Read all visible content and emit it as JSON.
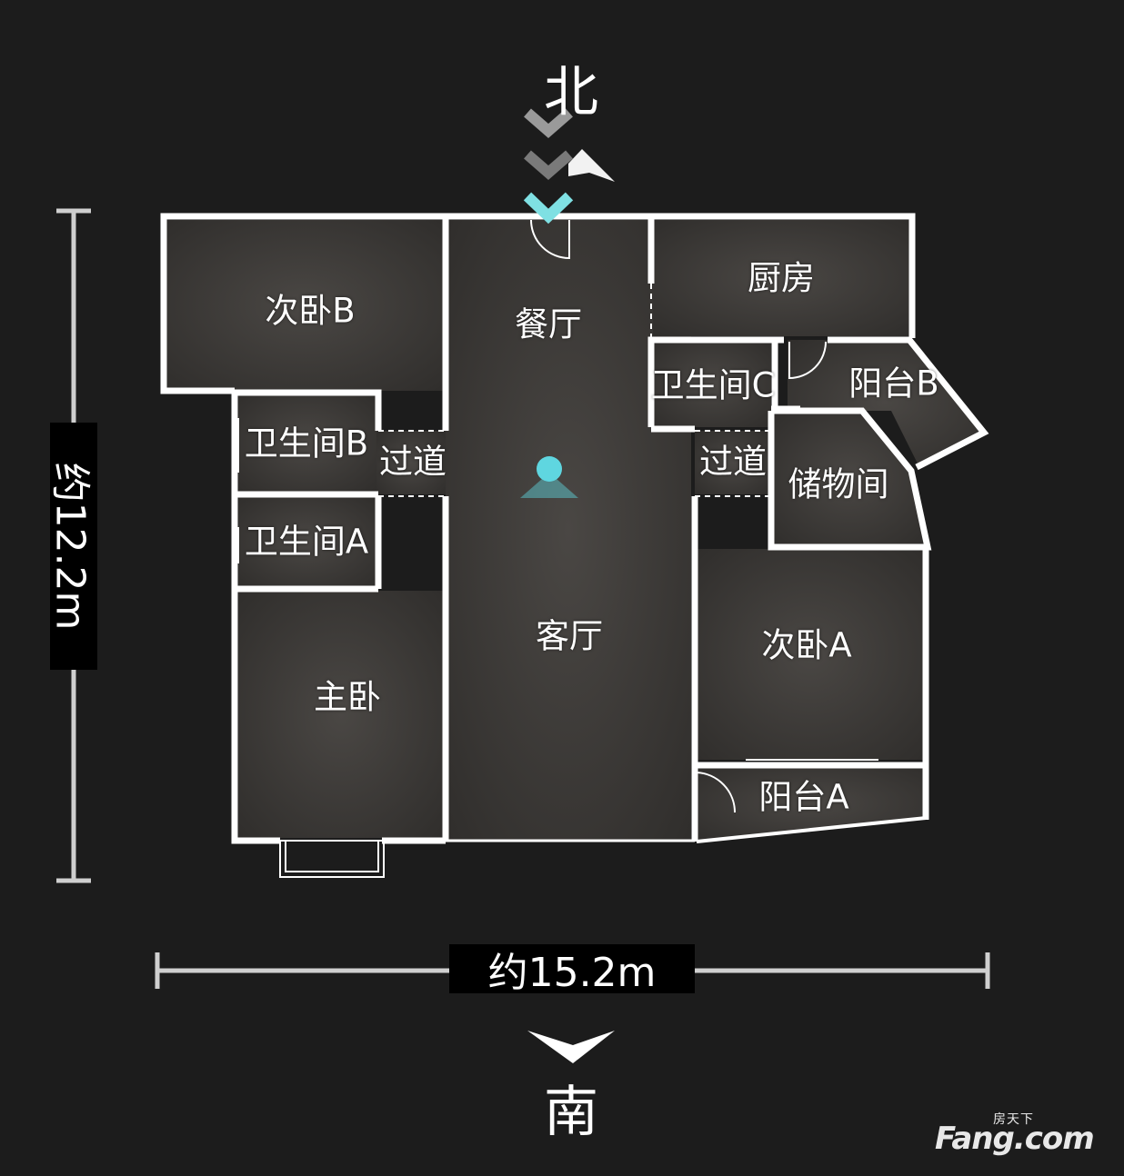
{
  "compass": {
    "north": "北",
    "south": "南"
  },
  "dimensions": {
    "width": "约15.2m",
    "height": "约12.2m"
  },
  "rooms": {
    "secondary_bedroom_b": "次卧B",
    "dining_room": "餐厅",
    "kitchen": "厨房",
    "bathroom_c": "卫生间C",
    "balcony_b": "阳台B",
    "bathroom_b": "卫生间B",
    "corridor_left": "过道",
    "corridor_right": "过道",
    "storage": "储物间",
    "bathroom_a": "卫生间A",
    "living_room": "客厅",
    "secondary_bedroom_a": "次卧A",
    "master_bedroom": "主卧",
    "balcony_a": "阳台A"
  },
  "watermark": {
    "brand_small": "房天下",
    "brand_main": "Fang.com"
  },
  "colors": {
    "background": "#1c1c1c",
    "wall": "#ffffff",
    "floor": "#3b3836",
    "marker": "#5fd6e0"
  }
}
